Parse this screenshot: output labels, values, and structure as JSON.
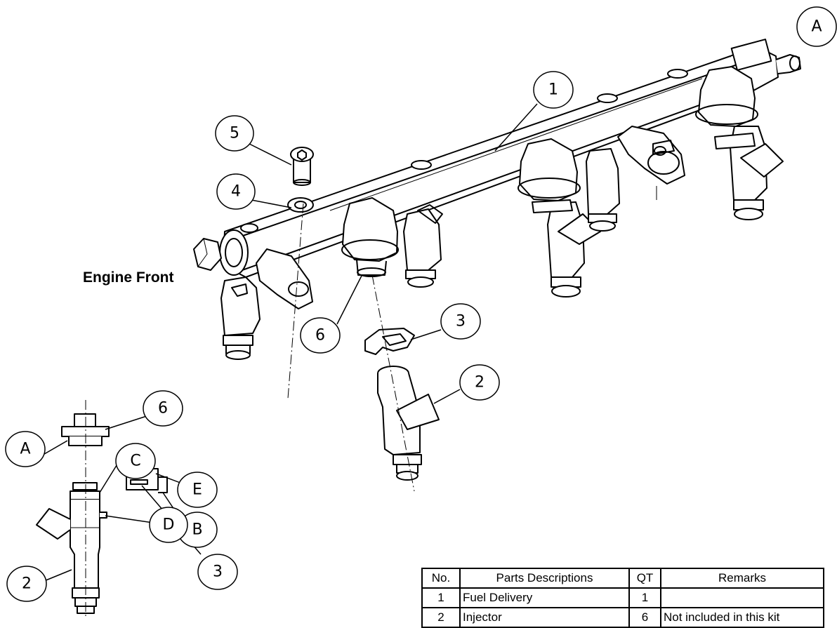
{
  "side_label": "Engine Front",
  "balloons": {
    "main": [
      {
        "id": "callout-A",
        "text": "A"
      },
      {
        "id": "callout-1",
        "text": "1"
      },
      {
        "id": "callout-5",
        "text": "5"
      },
      {
        "id": "callout-4",
        "text": "4"
      },
      {
        "id": "callout-6",
        "text": "6"
      },
      {
        "id": "callout-3",
        "text": "3"
      },
      {
        "id": "callout-2",
        "text": "2"
      }
    ],
    "detail": [
      {
        "id": "detail-callout-6",
        "text": "6"
      },
      {
        "id": "detail-callout-A",
        "text": "A"
      },
      {
        "id": "detail-callout-C",
        "text": "C"
      },
      {
        "id": "detail-callout-E",
        "text": "E"
      },
      {
        "id": "detail-callout-B",
        "text": "B"
      },
      {
        "id": "detail-callout-D",
        "text": "D"
      },
      {
        "id": "detail-callout-2",
        "text": "2"
      },
      {
        "id": "detail-callout-3",
        "text": "3"
      }
    ]
  },
  "parts_table": {
    "headers": {
      "no": "No.",
      "description": "Parts Descriptions",
      "qty": "QT",
      "remarks": "Remarks"
    },
    "rows": [
      {
        "no": "1",
        "description": "Fuel Delivery",
        "qty": "1",
        "remarks": ""
      },
      {
        "no": "2",
        "description": "Injector",
        "qty": "6",
        "remarks": "Not included in this kit"
      }
    ]
  }
}
